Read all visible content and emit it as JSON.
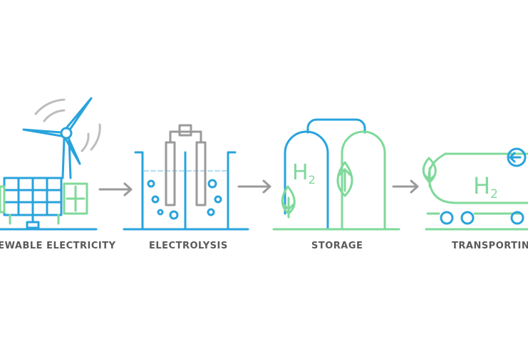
{
  "colors": {
    "blue": "#29a3dc",
    "green": "#7fd99a",
    "gray": "#9a9a9a",
    "label": "#5a5a5a"
  },
  "steps": [
    {
      "label": "RENEWABLE ELECTRICITY",
      "icon": "wind-turbine-solar-panel-icon"
    },
    {
      "label": "ELECTROLYSIS",
      "icon": "electrolysis-tank-icon"
    },
    {
      "label": "STORAGE",
      "icon": "hydrogen-storage-tanks-icon"
    },
    {
      "label": "TRANSPORTING",
      "icon": "hydrogen-tanker-trailer-icon"
    }
  ],
  "formula": {
    "element": "H",
    "subscript": "2"
  }
}
